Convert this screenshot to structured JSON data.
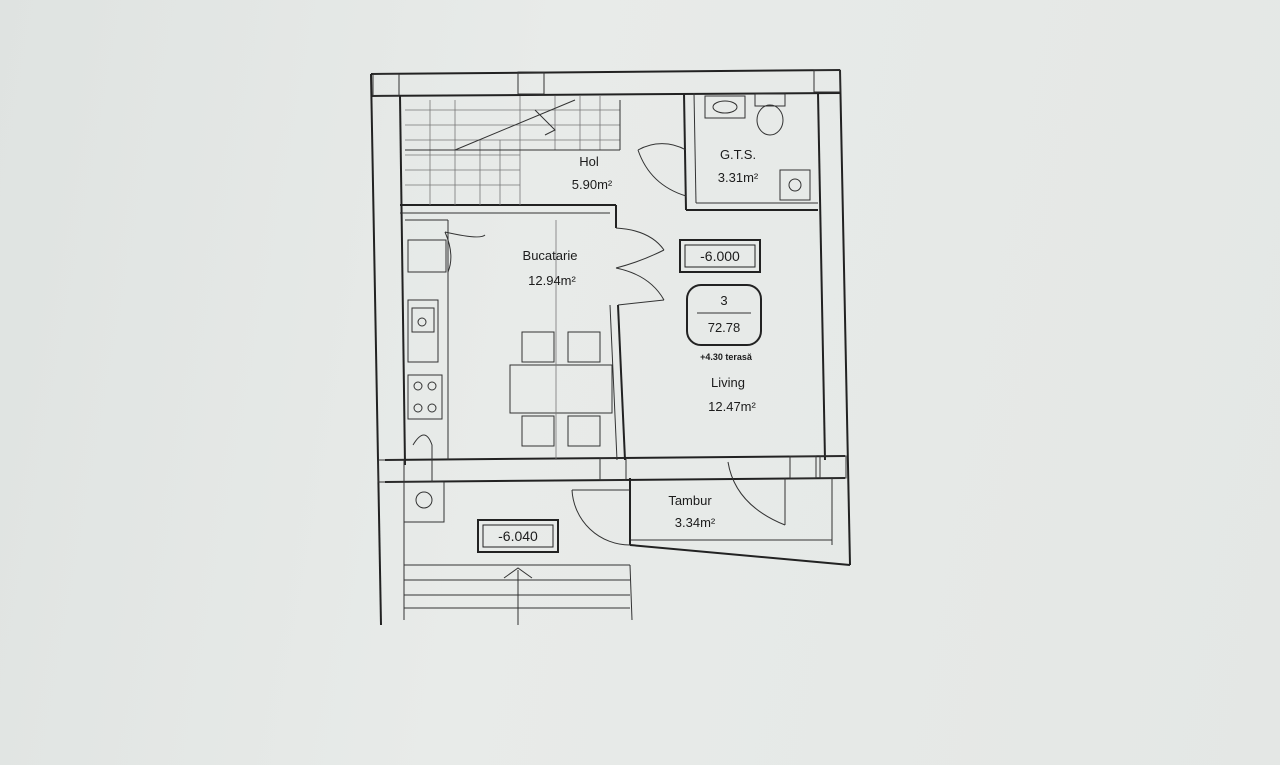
{
  "rooms": {
    "hol": {
      "name": "Hol",
      "area": "5.90m²"
    },
    "gts": {
      "name": "G.T.S.",
      "area": "3.31m²"
    },
    "bucatarie": {
      "name": "Bucatarie",
      "area": "12.94m²"
    },
    "living": {
      "name": "Living",
      "area": "12.47m²"
    },
    "tambur": {
      "name": "Tambur",
      "area": "3.34m²"
    }
  },
  "unit": {
    "number": "3",
    "area": "72.78",
    "terrace_note": "+4.30 terasă"
  },
  "levels": {
    "interior": "-6.000",
    "entrance": "-6.040"
  }
}
